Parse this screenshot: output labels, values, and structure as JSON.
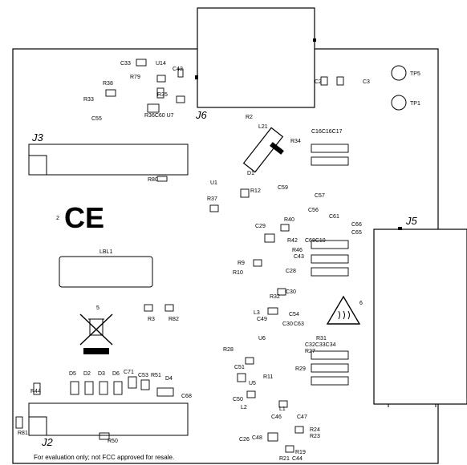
{
  "connectors": {
    "j6": "J6",
    "j3": "J3",
    "j5": "J5",
    "j2": "J2"
  },
  "testpoints": {
    "tp5": "TP5",
    "tp1": "TP1"
  },
  "note_text": "For evaluation only; not FCC approved for resale.",
  "symbol_ce": "CE",
  "logo_id": "2",
  "weee_id": "5",
  "caution_id": "6",
  "label_box_text": "LBL1",
  "components": [
    {
      "id": "c33",
      "text": "C33"
    },
    {
      "id": "u14",
      "text": "U14"
    },
    {
      "id": "r79",
      "text": "R79"
    },
    {
      "id": "c42",
      "text": "C42"
    },
    {
      "id": "r38",
      "text": "R38"
    },
    {
      "id": "r33",
      "text": "R33"
    },
    {
      "id": "r35",
      "text": "R35"
    },
    {
      "id": "c55",
      "text": "C55"
    },
    {
      "id": "r36c60u7",
      "text": "R36C60 U7"
    },
    {
      "id": "c3",
      "text": "C3"
    },
    {
      "id": "c2",
      "text": "C2"
    },
    {
      "id": "r2",
      "text": "R2"
    },
    {
      "id": "l21",
      "text": "L21"
    },
    {
      "id": "r34",
      "text": "R34"
    },
    {
      "id": "d1",
      "text": "D1"
    },
    {
      "id": "c16c16c17",
      "text": "C16C16C17"
    },
    {
      "id": "r80",
      "text": "R80"
    },
    {
      "id": "r37",
      "text": "R37"
    },
    {
      "id": "r12",
      "text": "R12"
    },
    {
      "id": "c59",
      "text": "C59"
    },
    {
      "id": "c57",
      "text": "C57"
    },
    {
      "id": "c56",
      "text": "C56"
    },
    {
      "id": "c61",
      "text": "C61"
    },
    {
      "id": "c66",
      "text": "C66"
    },
    {
      "id": "c65",
      "text": "C65"
    },
    {
      "id": "c68c10",
      "text": "C68C10"
    },
    {
      "id": "r42",
      "text": "R42"
    },
    {
      "id": "c29",
      "text": "C29"
    },
    {
      "id": "r40",
      "text": "R40"
    },
    {
      "id": "r46",
      "text": "R46"
    },
    {
      "id": "c43",
      "text": "C43"
    },
    {
      "id": "r9",
      "text": "R9"
    },
    {
      "id": "r10",
      "text": "R10"
    },
    {
      "id": "c28",
      "text": "C28"
    },
    {
      "id": "c30",
      "text": "C30"
    },
    {
      "id": "r32",
      "text": "R32"
    },
    {
      "id": "l3",
      "text": "L3"
    },
    {
      "id": "c49",
      "text": "C49"
    },
    {
      "id": "c54",
      "text": "C54"
    },
    {
      "id": "c30b",
      "text": "C30"
    },
    {
      "id": "c63",
      "text": "C63"
    },
    {
      "id": "u6",
      "text": "U6"
    },
    {
      "id": "r31",
      "text": "R31"
    },
    {
      "id": "c32c33c34",
      "text": "C32C33C34"
    },
    {
      "id": "r27",
      "text": "R27"
    },
    {
      "id": "r29",
      "text": "R29"
    },
    {
      "id": "r28",
      "text": "R28"
    },
    {
      "id": "c51",
      "text": "C51"
    },
    {
      "id": "r11",
      "text": "R11"
    },
    {
      "id": "u5",
      "text": "U5"
    },
    {
      "id": "c50",
      "text": "C50"
    },
    {
      "id": "l2",
      "text": "L2"
    },
    {
      "id": "l1",
      "text": "L1"
    },
    {
      "id": "c46",
      "text": "C46"
    },
    {
      "id": "c47",
      "text": "C47"
    },
    {
      "id": "r24",
      "text": "R24"
    },
    {
      "id": "r23",
      "text": "R23"
    },
    {
      "id": "c26",
      "text": "C26"
    },
    {
      "id": "c48",
      "text": "C48"
    },
    {
      "id": "r19",
      "text": "R19"
    },
    {
      "id": "r21",
      "text": "R21"
    },
    {
      "id": "c44",
      "text": "C44"
    },
    {
      "id": "r3",
      "text": "R3"
    },
    {
      "id": "r82",
      "text": "R82"
    },
    {
      "id": "d5",
      "text": "D5"
    },
    {
      "id": "d2",
      "text": "D2"
    },
    {
      "id": "d3",
      "text": "D3"
    },
    {
      "id": "d6",
      "text": "D6"
    },
    {
      "id": "c71",
      "text": "C71"
    },
    {
      "id": "c53",
      "text": "C53"
    },
    {
      "id": "r51",
      "text": "R51"
    },
    {
      "id": "d4",
      "text": "D4"
    },
    {
      "id": "c68b",
      "text": "C68"
    },
    {
      "id": "r44",
      "text": "R44"
    },
    {
      "id": "r81",
      "text": "R81"
    },
    {
      "id": "r50",
      "text": "R50"
    },
    {
      "id": "u1",
      "text": "U1"
    }
  ]
}
